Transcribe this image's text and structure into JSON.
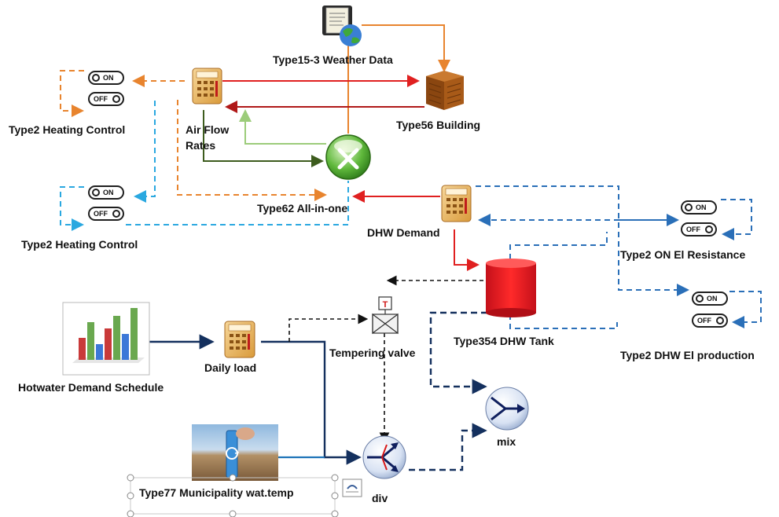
{
  "labels": {
    "weather": "Type15-3 Weather Data",
    "building": "Type56 Building",
    "heating_control_1": "Type2 Heating Control",
    "air_flow_1": "Air Flow",
    "air_flow_2": "Rates",
    "all_in_one": "Type62 All-in-one",
    "heating_control_2": "Type2 Heating Control",
    "dhw_demand": "DHW Demand",
    "on_el_resistance": "Type2 ON El Resistance",
    "dhw_el_production": "Type2 DHW El production",
    "tempering_valve": "Tempering valve",
    "dhw_tank": "Type354 DHW Tank",
    "daily_load": "Daily load",
    "hotwater_schedule": "Hotwater Demand Schedule",
    "municipality": "Type77 Municipality wat.temp",
    "mix": "mix",
    "div": "div"
  },
  "switch_text": {
    "on": "ON",
    "off": "OFF"
  },
  "valve_marker": "T",
  "icons": {
    "weather": "weather-data-icon",
    "building": "building-icon",
    "calculators": "calculator-icon",
    "excel": "excel-icon",
    "tank": "tank-icon",
    "valve": "tempering-valve-icon",
    "chart": "bar-chart-icon",
    "photo": "field-photo-icon",
    "mix": "mixer-icon",
    "div": "diverter-icon"
  },
  "colors": {
    "orange": "#e8842e",
    "red": "#e02020",
    "darkred": "#b01818",
    "green_dark": "#3d5c1e",
    "green_light": "#9ccc7a",
    "light_blue": "#2aa8e0",
    "mid_blue": "#2a6fb8",
    "navy": "#14305e",
    "black": "#111111"
  }
}
